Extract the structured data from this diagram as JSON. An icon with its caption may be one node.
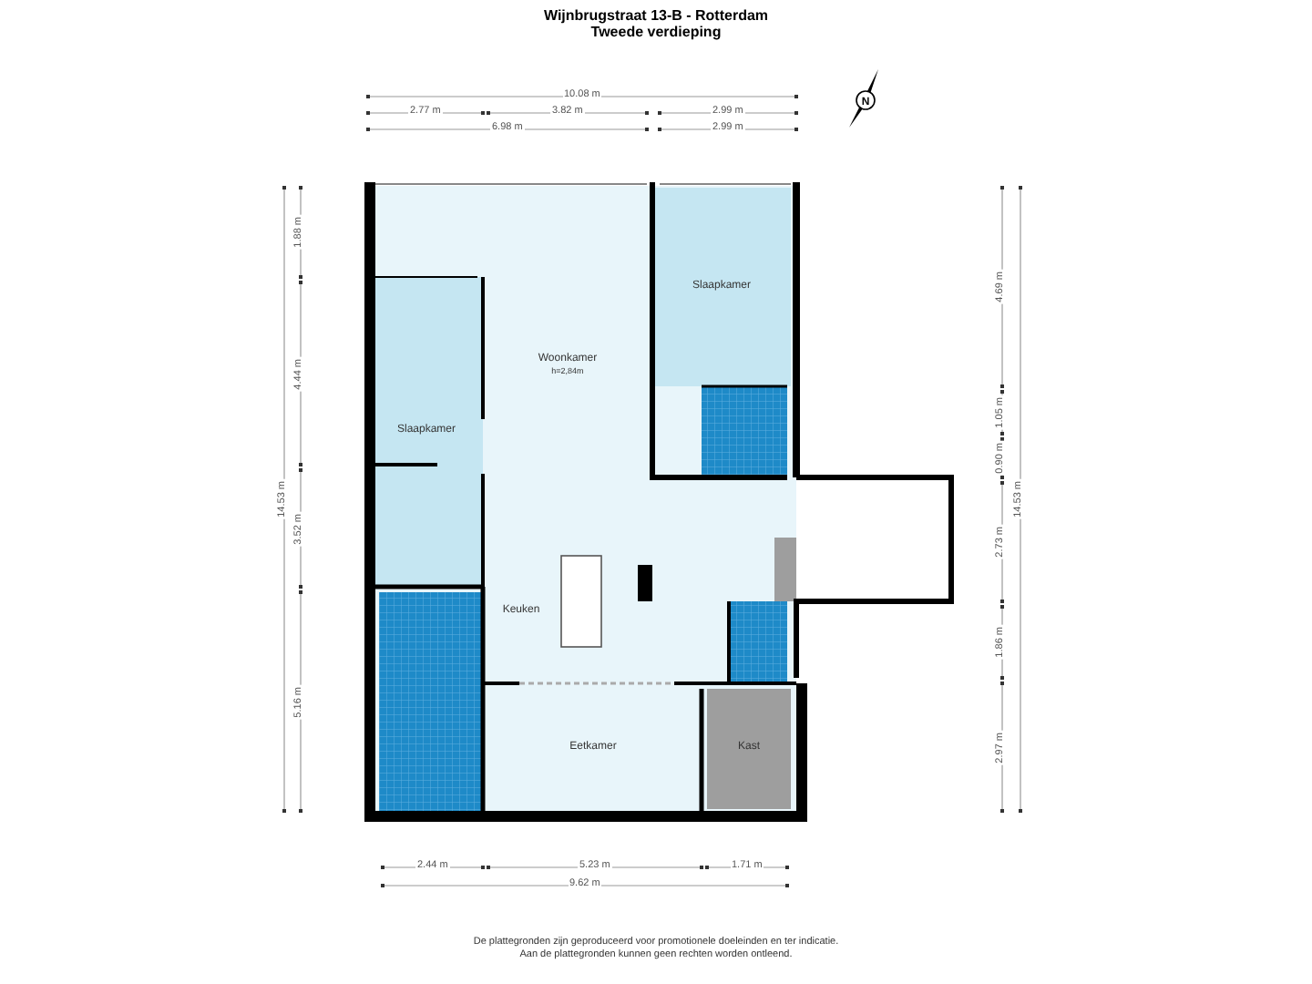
{
  "diagram": {
    "title": "Wijnbrugstraat 13-B - Rotterdam",
    "nodes": [
      {
        "text": [
          "Slaapkamer"
        ]
      },
      {
        "text": [
          "Woonkamer",
          "h=2,84m"
        ]
      },
      {
        "text": [
          "Slaapkamer"
        ]
      },
      {
        "text": [
          "Keuken"
        ]
      },
      {
        "text": [
          "Eetkamer"
        ]
      },
      {
        "text": [
          "Kast"
        ]
      }
    ],
    "edges": [],
    "labels": [
      "Tweede verdieping",
      "N",
      "10.08 m",
      "2.77 m",
      "3.82 m",
      "2.99 m",
      "6.98 m",
      "2.99 m",
      "1.88 m",
      "4.44 m",
      "14.53 m",
      "3.52 m",
      "5.16 m",
      "4.69 m",
      "1.05 m",
      "0.90 m",
      "14.53 m",
      "2.73 m",
      "1.86 m",
      "2.97 m",
      "2.44 m",
      "5.23 m",
      "1.71 m",
      "9.62 m",
      "De plattegronden zijn geproduceerd voor promotionele doeleinden en ter indicatie.",
      "Aan de plattegronden kunnen geen rechten worden ontleend."
    ]
  }
}
